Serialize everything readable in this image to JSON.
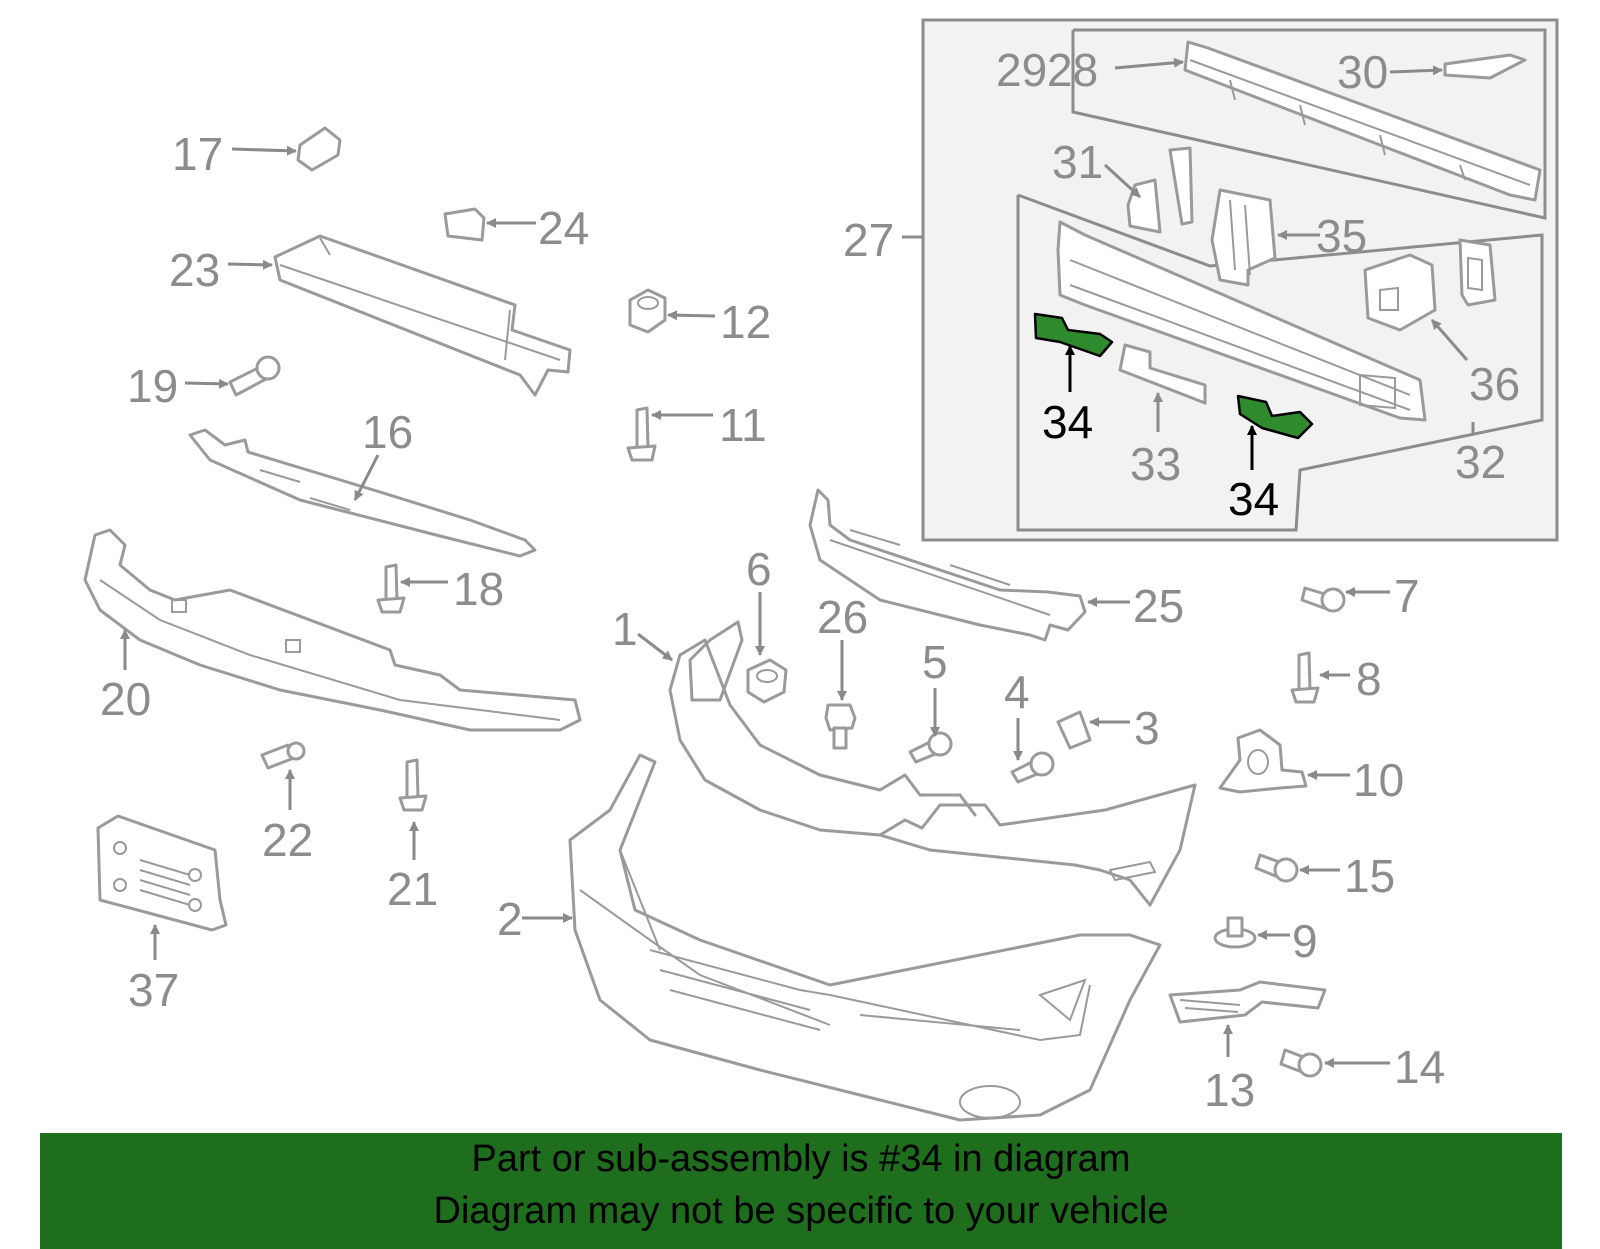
{
  "diagram": {
    "highlight_color": "#2e8b2e",
    "line_color": "#9a9a9a",
    "callouts": {
      "c1": "1",
      "c2": "2",
      "c3": "3",
      "c4": "4",
      "c5": "5",
      "c6": "6",
      "c7": "7",
      "c8": "8",
      "c9": "9",
      "c10": "10",
      "c11": "11",
      "c12": "12",
      "c13": "13",
      "c14": "14",
      "c15": "15",
      "c16": "16",
      "c17": "17",
      "c18": "18",
      "c19": "19",
      "c20": "20",
      "c21": "21",
      "c22": "22",
      "c23": "23",
      "c24": "24",
      "c25": "25",
      "c26": "26",
      "c27": "27",
      "c28": "28",
      "c29": "29",
      "c30": "30",
      "c31": "31",
      "c32": "32",
      "c33": "33",
      "c34a": "34",
      "c34b": "34",
      "c35": "35",
      "c36": "36",
      "c37": "37"
    }
  },
  "banner": {
    "color": "#1e6e1e",
    "line1": "Part or sub-assembly is #34 in diagram",
    "line2": "Diagram may not be specific to your vehicle"
  }
}
